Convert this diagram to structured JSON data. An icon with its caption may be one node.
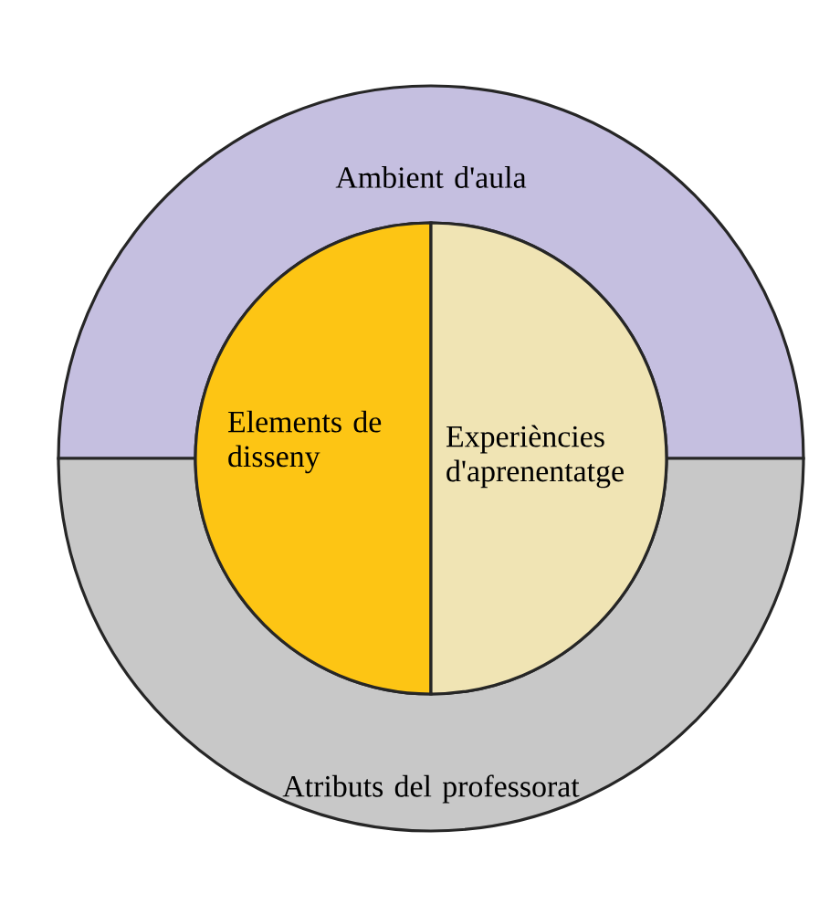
{
  "diagram": {
    "nodes": [
      {
        "text": [
          "Ambient d'aula"
        ]
      },
      {
        "text": [
          "Atributs del professorat"
        ]
      },
      {
        "text": [
          "Elements de disseny"
        ]
      },
      {
        "text": [
          "Experiències d'aprenentatge"
        ]
      }
    ]
  }
}
